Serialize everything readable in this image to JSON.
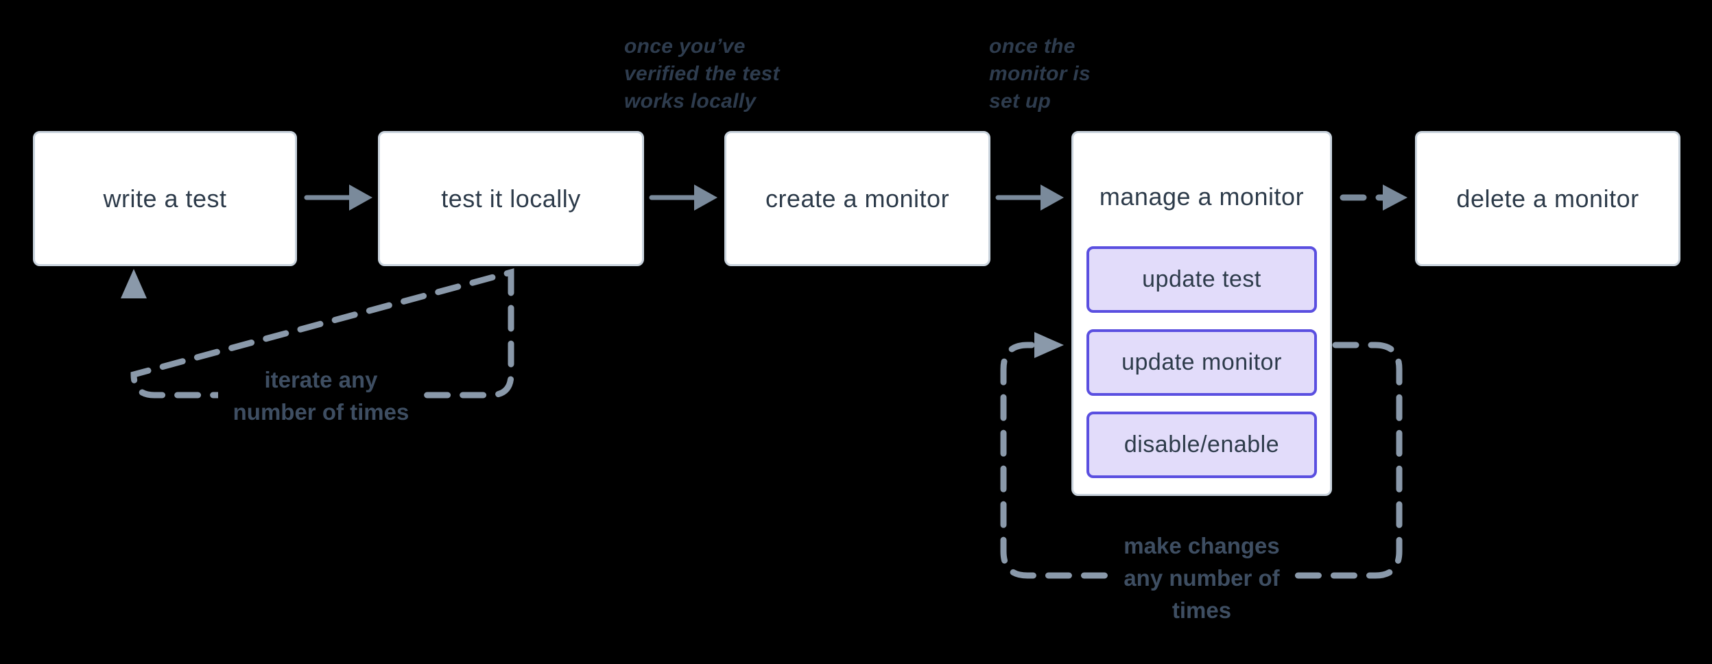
{
  "diagram": {
    "background": "#000000",
    "colors": {
      "box_background": "#ffffff",
      "box_border": "#c9d3dd",
      "box_text": "#2d3b4a",
      "solid_arrow": "#7a8a9b",
      "dashed_line": "#8a99aa",
      "purple_border": "#5a4fe0",
      "purple_fill": "#e2dcfa",
      "annotation_text": "#2e3c4e",
      "loop_label_text": "#3e4e62"
    },
    "boxes": [
      {
        "id": "write-test",
        "label": "write a test"
      },
      {
        "id": "test-locally",
        "label": "test it locally"
      },
      {
        "id": "create-monitor",
        "label": "create a monitor"
      },
      {
        "id": "manage-monitor",
        "label": "manage a monitor",
        "children": [
          {
            "id": "update-test",
            "label": "update test"
          },
          {
            "id": "update-monitor",
            "label": "update monitor"
          },
          {
            "id": "disable-enable",
            "label": "disable/enable"
          }
        ]
      },
      {
        "id": "delete-monitor",
        "label": "delete a monitor"
      }
    ],
    "annotations": [
      {
        "id": "once-verified",
        "lines": [
          "once you’ve",
          "verified the test",
          "works locally"
        ]
      },
      {
        "id": "once-set-up",
        "lines": [
          "once the",
          "monitor is",
          "set up"
        ]
      }
    ],
    "loops": [
      {
        "id": "iterate-loop",
        "lines": [
          "iterate any",
          "number of times"
        ]
      },
      {
        "id": "make-changes-loop",
        "lines": [
          "make changes",
          "any number of",
          "times"
        ]
      }
    ]
  }
}
